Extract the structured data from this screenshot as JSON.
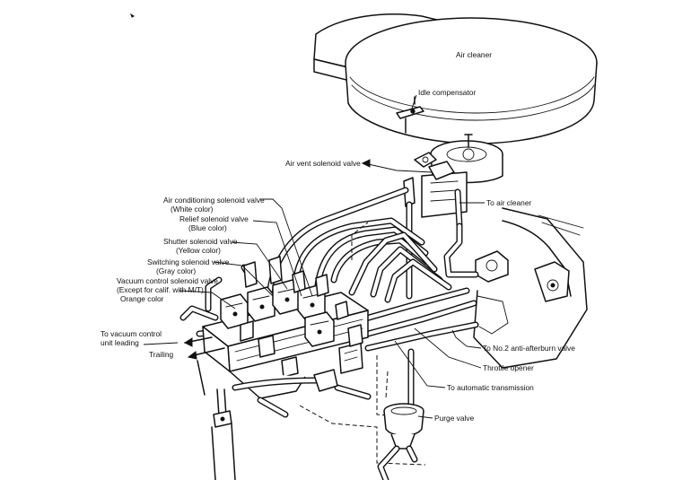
{
  "labels": {
    "air_cleaner": "Air cleaner",
    "idle_compensator": "Idle compensator",
    "air_vent_solenoid_valve": "Air vent solenoid valve",
    "to_air_cleaner": "To air cleaner",
    "air_conditioning_solenoid_valve": "Air conditioning solenoid valve",
    "white_color": "(White color)",
    "relief_solenoid_valve": "Relief solenoid valve",
    "blue_color": "(Blue color)",
    "shutter_solenoid_valve": "Shutter solenoid valve",
    "yellow_color": "(Yellow color)",
    "switching_solenoid_valve": "Switching solenoid valve",
    "gray_color": "(Gray color)",
    "vacuum_control_solenoid_valve": "Vacuum control solenoid valve",
    "except_calif": "(Except for calif. with M/T)",
    "orange_color": "Orange color",
    "to_vacuum_control": "To vacuum control",
    "unit_leading": "unit leading",
    "trailing": "Trailing",
    "to_no2_anti_afterburn_valve": "To No.2 anti-afterburn valve",
    "throttle_opener": "Throttle opener",
    "to_automatic_transmission": "To automatic transmission",
    "purge_valve": "Purge valve"
  }
}
